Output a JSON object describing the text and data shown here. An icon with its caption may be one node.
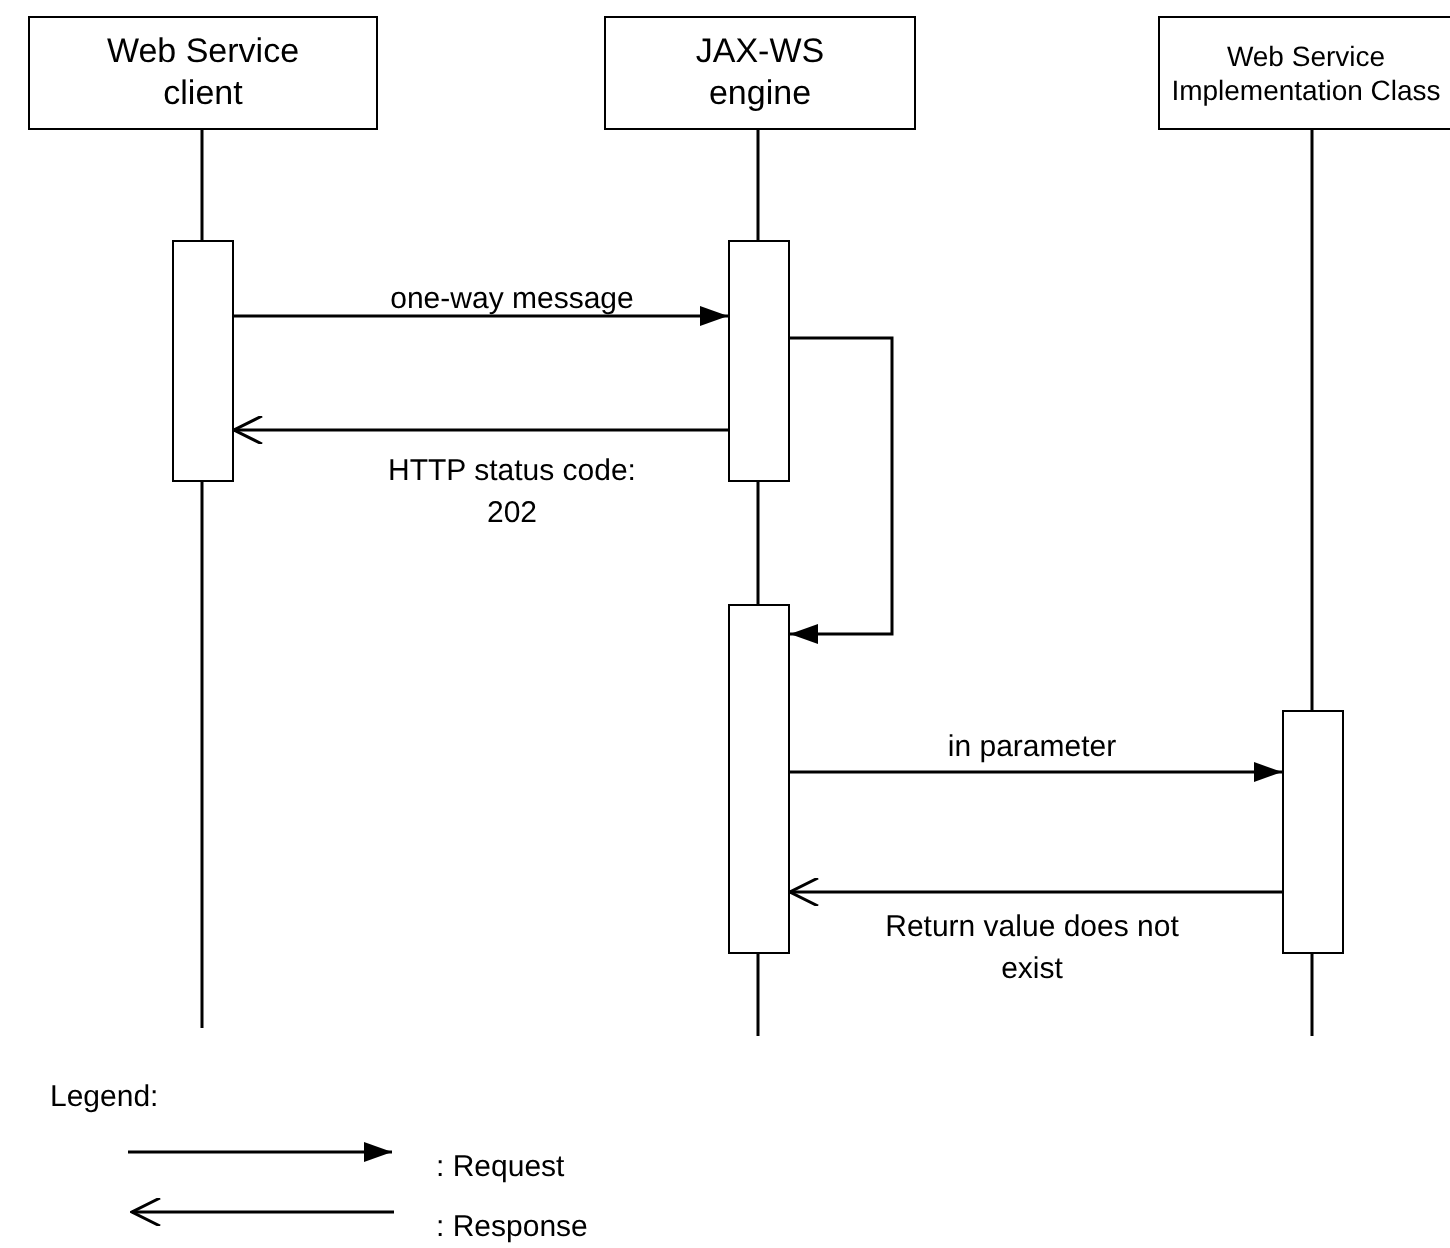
{
  "diagram": {
    "nodes": [
      {
        "text": [
          "Web Service client"
        ]
      },
      {
        "text": [
          "JAX-WS engine"
        ]
      },
      {
        "text": [
          "Web Service Implementation Class"
        ]
      },
      {
        "text": [],
        "shape": "bar"
      },
      {
        "text": [],
        "shape": "bar"
      },
      {
        "text": [],
        "shape": "bar"
      },
      {
        "text": [],
        "shape": "bar"
      }
    ],
    "edges": [
      {
        "from": 3,
        "to": 4,
        "label": "one-way message",
        "arrow": "to"
      },
      {
        "from": 4,
        "to": 3,
        "label": "HTTP status code: 202",
        "arrow": "to"
      },
      {
        "from": 4,
        "to": 5,
        "arrow": "to"
      },
      {
        "from": 5,
        "to": 6,
        "label": "in parameter",
        "arrow": "to"
      },
      {
        "from": 6,
        "to": 5,
        "label": "Return value does not exist",
        "arrow": "to"
      }
    ],
    "labels": [
      "Legend:"
    ],
    "legend": [
      {
        "text": ": Request"
      },
      {
        "text": ": Response"
      }
    ]
  }
}
